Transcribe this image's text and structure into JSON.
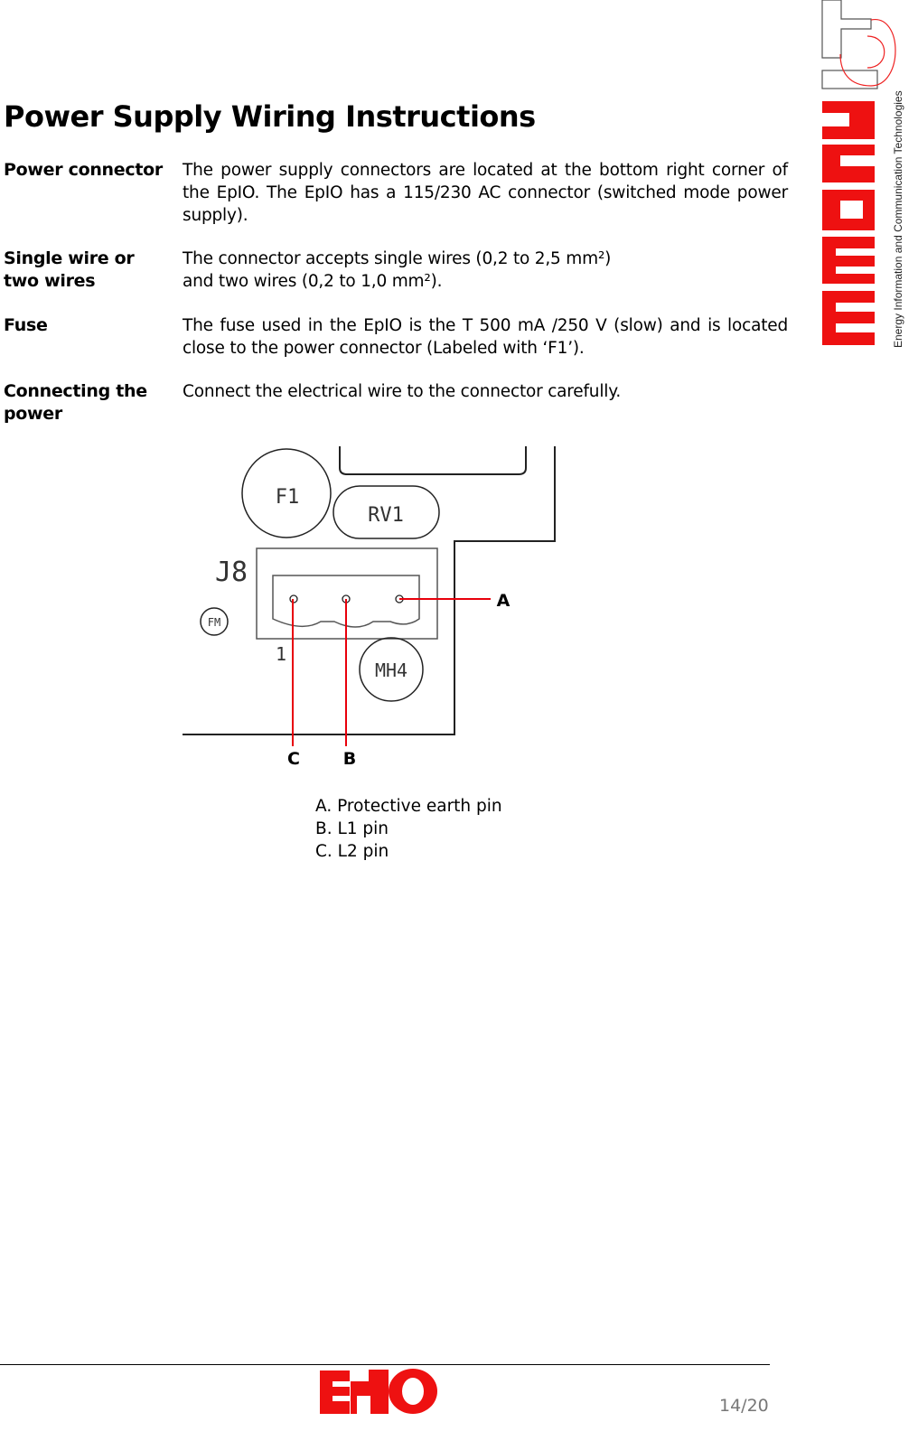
{
  "header": {
    "logo_text": "ict ENERGY",
    "logo_tagline": "Energy Information and Communication Technologies"
  },
  "page_title": "Power Supply Wiring Instructions",
  "sections": [
    {
      "label": "Power connector",
      "text": "The power supply connectors are located at the bottom right corner of the EpIO. The EpIO has a 115/230 AC connector (switched mode power supply)."
    },
    {
      "label": "Single wire or two wires",
      "text": "The connector accepts single wires (0,2 to 2,5 mm²) and two wires (0,2 to 1,0 mm²)."
    },
    {
      "label": "Fuse",
      "text": "The fuse used in the EpIO is the T 500 mA /250 V (slow) and is located close to the power connector (Labeled with ‘F1’)."
    },
    {
      "label": "Connecting the power",
      "text": "Connect the electrical wire to the connector carefully."
    }
  ],
  "diagram": {
    "components": {
      "fuse": "F1",
      "varistor": "RV1",
      "connector": "J8",
      "fm": "FM",
      "pin1": "1",
      "mounting_hole": "MH4"
    },
    "callouts": {
      "a": "A",
      "b": "B",
      "c": "C"
    },
    "callout_color": "#e8000b"
  },
  "legend": [
    "A. Protective earth pin",
    "B. L1 pin",
    "C. L2 pin"
  ],
  "footer": {
    "logo_text": "EpIO",
    "page_number": "14/20",
    "brand_color": "#ee1111"
  }
}
